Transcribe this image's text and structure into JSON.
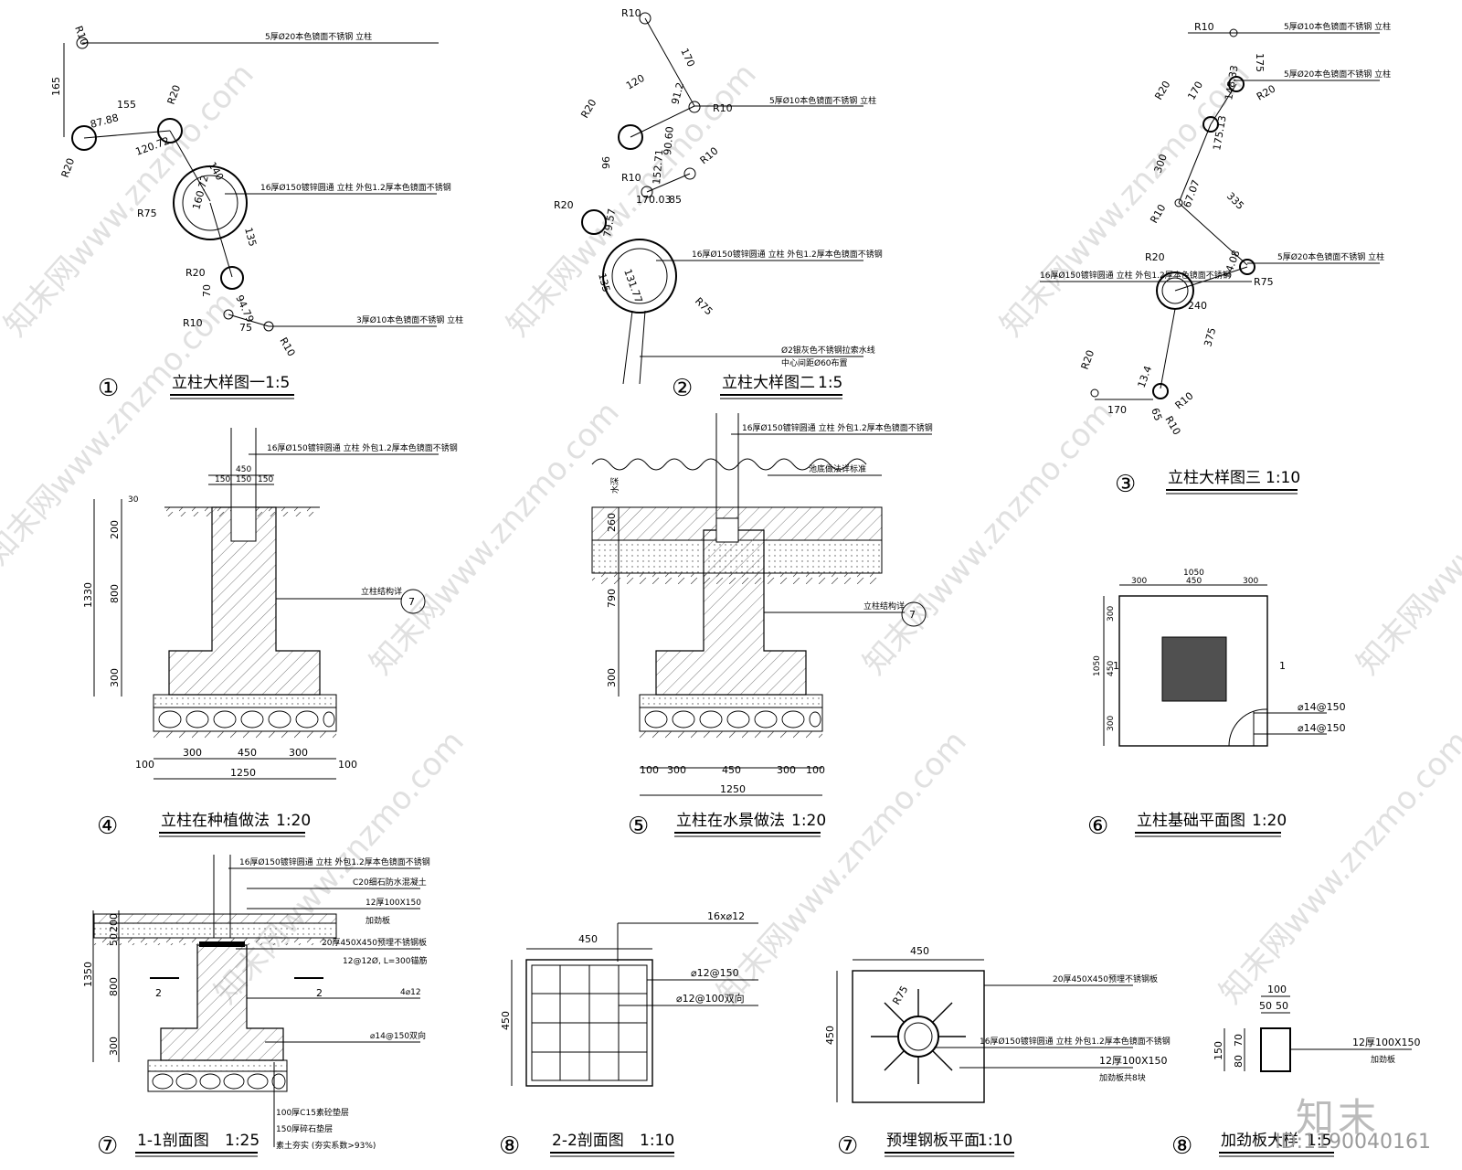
{
  "watermark": {
    "text": "知末网www.znzmo.com"
  },
  "logo": {
    "text": "知末",
    "id_label": "ID:1190040161"
  },
  "detail1": {
    "number": "①",
    "title": "立柱大样图一",
    "scale": "1:5",
    "radii": [
      "R10",
      "R20",
      "R20",
      "R75",
      "R20",
      "R10",
      "R10"
    ],
    "dims": [
      "165",
      "155",
      "87.88",
      "120.72",
      "140",
      "160.72",
      "135",
      "70",
      "94.79",
      "75"
    ],
    "notes": [
      "5厚Ø20本色镜面不锈钢 立柱",
      "16厚Ø150镀锌圆通 立柱 外包1.2厚本色镜面不锈钢",
      "3厚Ø10本色镜面不锈钢 立柱"
    ]
  },
  "detail2": {
    "number": "②",
    "title": "立柱大样图二",
    "scale": "1:5",
    "radii": [
      "R10",
      "R10",
      "R20",
      "R10",
      "R10",
      "R20",
      "R75"
    ],
    "dims": [
      "170",
      "120",
      "91.2",
      "90.60",
      "96",
      "152.71",
      "170.03",
      "85",
      "79.57",
      "131.77",
      "135"
    ],
    "notes": [
      "5厚Ø10本色镜面不锈钢 立柱",
      "16厚Ø150镀锌圆通 立柱 外包1.2厚本色镜面不锈钢",
      "Ø2银灰色不锈钢拉索水线",
      "中心间距Ø60布置"
    ]
  },
  "detail3": {
    "number": "③",
    "title": "立柱大样图三",
    "scale": "1:10",
    "radii": [
      "R10",
      "R20",
      "R20",
      "R10",
      "R75",
      "R20",
      "R10",
      "R20",
      "R10"
    ],
    "dims": [
      "175",
      "170",
      "148.33",
      "175.13",
      "300",
      "67.07",
      "335",
      "54.08",
      "240",
      "375",
      "170",
      "13.4",
      "65"
    ],
    "notes": [
      "5厚Ø10本色镜面不锈钢 立柱",
      "5厚Ø20本色镜面不锈钢 立柱",
      "5厚Ø20本色镜面不锈钢 立柱",
      "16厚Ø150镀锌圆通 立柱 外包1.2厚本色镜面不锈钢"
    ]
  },
  "detail4": {
    "number": "④",
    "title": "立柱在种植做法",
    "scale": "1:20",
    "note_top": "16厚Ø150镀锌圆通 立柱 外包1.2厚本色镜面不锈钢",
    "note_side": "立柱结构详",
    "ref": "7",
    "vdims": [
      "1330",
      "200",
      "800",
      "300"
    ],
    "top_dims": [
      "450",
      "150",
      "150",
      "150"
    ],
    "offset": "30",
    "bottom_dims": [
      "100",
      "300",
      "450",
      "300",
      "100"
    ],
    "total": "1250"
  },
  "detail5": {
    "number": "⑤",
    "title": "立柱在水景做法",
    "scale": "1:20",
    "note_top": "16厚Ø150镀锌圆通 立柱 外包1.2厚本色镜面不锈钢",
    "note_pool": "池底做法详标准",
    "note_side": "立柱结构详",
    "ref": "7",
    "water_depth": "水深",
    "vdims": [
      "260",
      "790",
      "300"
    ],
    "bottom_dims": [
      "100",
      "300",
      "450",
      "300",
      "100"
    ],
    "total": "1250"
  },
  "detail6": {
    "number": "⑥",
    "title": "立柱基础平面图",
    "scale": "1:20",
    "top_total": "1050",
    "top_dims": [
      "300",
      "450",
      "300"
    ],
    "side_total": "1050",
    "side_dims": [
      "300",
      "450",
      "300"
    ],
    "section_mark": "1",
    "rebar": [
      "⌀14@150",
      "⌀14@150"
    ]
  },
  "detail7a": {
    "number": "⑦",
    "title": "1-1剖面图",
    "scale": "1:25",
    "notes": [
      "16厚Ø150镀锌圆通 立柱 外包1.2厚本色镜面不锈钢",
      "C20细石防水混凝土",
      "12厚100X150",
      "加劲板",
      "20厚450X450预埋不锈钢板",
      "12@12Ø, L=300锚筋",
      "4⌀12",
      "⌀14@150双向",
      "100厚C15素砼垫层",
      "150厚碎石垫层",
      "素土夯实 (夯实系数>93%)"
    ],
    "vdims": [
      "1350",
      "200",
      "50",
      "800",
      "300"
    ],
    "section_mark": "2"
  },
  "detail8a": {
    "number": "⑧",
    "title": "2-2剖面图",
    "scale": "1:10",
    "width": "450",
    "height": "450",
    "notes": [
      "16x⌀12",
      "⌀12@150",
      "⌀12@100双向"
    ]
  },
  "detail7b": {
    "number": "⑦",
    "title": "预埋钢板平面",
    "scale": "1:10",
    "width": "450",
    "height": "450",
    "radius": "R75",
    "notes": [
      "20厚450X450预埋不锈钢板",
      "16厚Ø150镀锌圆通 立柱 外包1.2厚本色镜面不锈钢",
      "12厚100X150",
      "加劲板共8块"
    ]
  },
  "detail8b": {
    "number": "⑧",
    "title": "加劲板大样",
    "scale": "1:5",
    "width": "100",
    "half_dims": [
      "50",
      "50"
    ],
    "height": "150",
    "v_dims": [
      "80",
      "70"
    ],
    "notes": [
      "12厚100X150",
      "加劲板"
    ]
  }
}
